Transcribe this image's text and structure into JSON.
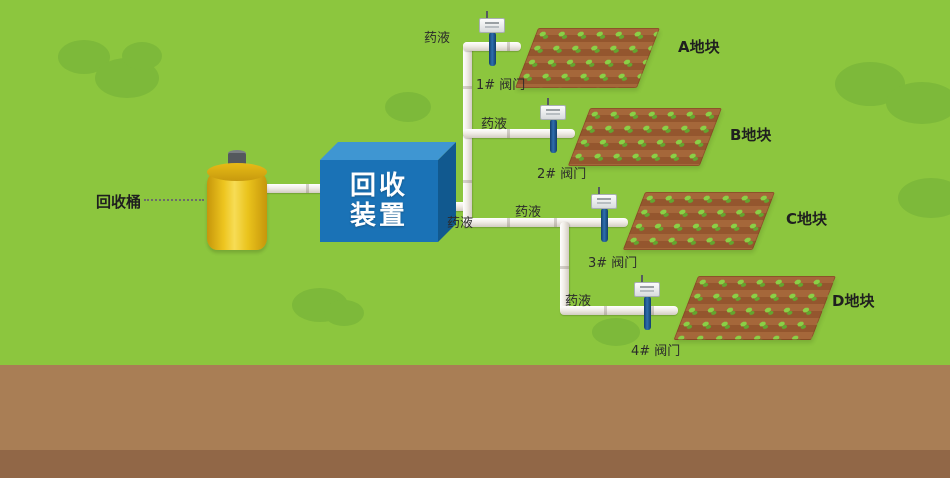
{
  "labels": {
    "bucket": "回收桶",
    "device_line1": "回收",
    "device_line2": "装置",
    "liquid": "药液"
  },
  "valves": [
    {
      "label": "1# 阀门"
    },
    {
      "label": "2# 阀门"
    },
    {
      "label": "3# 阀门"
    },
    {
      "label": "4# 阀门"
    }
  ],
  "plots": [
    {
      "label": "A地块"
    },
    {
      "label": "B地块"
    },
    {
      "label": "C地块"
    },
    {
      "label": "D地块"
    }
  ],
  "colors": {
    "grass": "#8cc63e",
    "grass_shade": "#7db93a",
    "soil_upper": "#a97e55",
    "soil_lower": "#916747",
    "device_blue": "#1a72b6",
    "tank_yellow": "#eec41d",
    "pipe_white": "#f1ede7",
    "field_brown": "#9c5e34",
    "plant_green": "#8ad046"
  }
}
